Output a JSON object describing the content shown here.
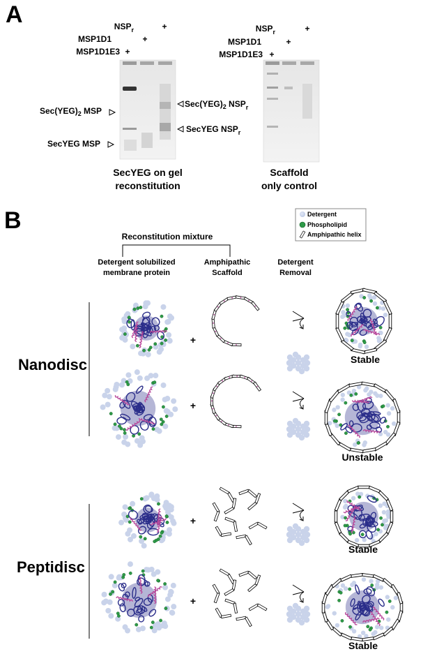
{
  "panel_a": {
    "panel_label": "A",
    "left_gel": {
      "lane_labels": [
        {
          "name": "NSP",
          "subscript": "r",
          "mark": "+"
        },
        {
          "name": "MSP1D1",
          "subscript": "",
          "mark": "+"
        },
        {
          "name": "MSP1D1E3",
          "subscript": "",
          "mark": "+"
        }
      ],
      "band_labels_left": [
        "Sec(YEG)",
        "2",
        " MSP",
        "SecYEG MSP"
      ],
      "band_labels_right": [
        "Sec(YEG)",
        "2",
        " NSP",
        "r",
        "SecYEG NSP",
        "r"
      ],
      "caption_line1": "SecYEG on gel",
      "caption_line2": "reconstitution"
    },
    "right_gel": {
      "lane_labels": [
        {
          "name": "NSP",
          "subscript": "r",
          "mark": "+"
        },
        {
          "name": "MSP1D1",
          "subscript": "",
          "mark": "+"
        },
        {
          "name": "MSP1D1E3",
          "subscript": "",
          "mark": "+"
        }
      ],
      "caption_line1": "Scaffold",
      "caption_line2": "only control"
    }
  },
  "panel_b": {
    "panel_label": "B",
    "legend": [
      "Detergent",
      "Phospholipid",
      "Amphipathic helix"
    ],
    "mixture_label": "Reconstitution mixture",
    "col1_line1": "Detergent solubilized",
    "col1_line2": "membrane protein",
    "col2_line1": "Amphipathic",
    "col2_line2": "Scaffold",
    "col3_line1": "Detergent",
    "col3_line2": "Removal",
    "plus": "+",
    "group1": "Nanodisc",
    "group2": "Peptidisc",
    "outcomes": [
      "Stable",
      "Unstable",
      "Stable",
      "Stable"
    ]
  },
  "colors": {
    "detergent": "#c9d3ea",
    "phospholipid": "#2e9a48",
    "protein": "#2b2e8a",
    "helix": "#b8479a",
    "gel_bg": "#f0f0f0"
  }
}
